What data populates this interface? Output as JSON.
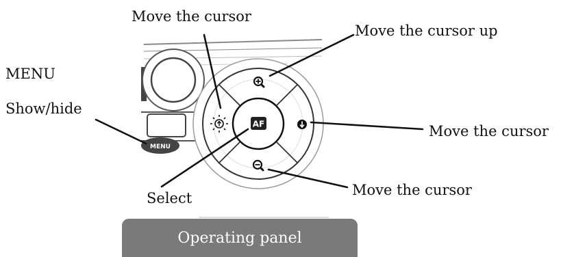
{
  "labels": {
    "top_left": "Move the cursor",
    "top_right": "Move the cursor up",
    "menu_title": "MENU",
    "menu_sub": "Show/hide",
    "right": "Move the cursor",
    "bottom_right": "Move the cursor",
    "select": "Select"
  },
  "buttons": {
    "center": "AF",
    "menu": "MENU"
  },
  "panel": {
    "caption": "Operating panel"
  }
}
